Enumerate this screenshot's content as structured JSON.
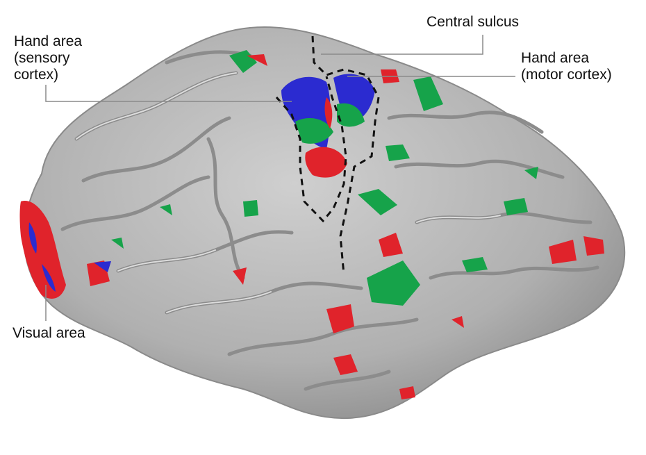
{
  "labels": {
    "sensory_hand": [
      "Hand area",
      "(sensory",
      "cortex)"
    ],
    "central_sulcus": "Central sulcus",
    "motor_hand": [
      "Hand area",
      "(motor cortex)"
    ],
    "visual": "Visual area"
  },
  "colors": {
    "background": "#ffffff",
    "cortex_gray": "#b4b4b4",
    "gyrus_highlight": "#d2d2d2",
    "sulcus_shadow": "#7d7d7d",
    "activation_red": "#e0232b",
    "activation_green": "#16a34a",
    "activation_blue": "#2b2bd0",
    "leader_line": "#8a8a8a",
    "boundary_dash": "#111111"
  }
}
